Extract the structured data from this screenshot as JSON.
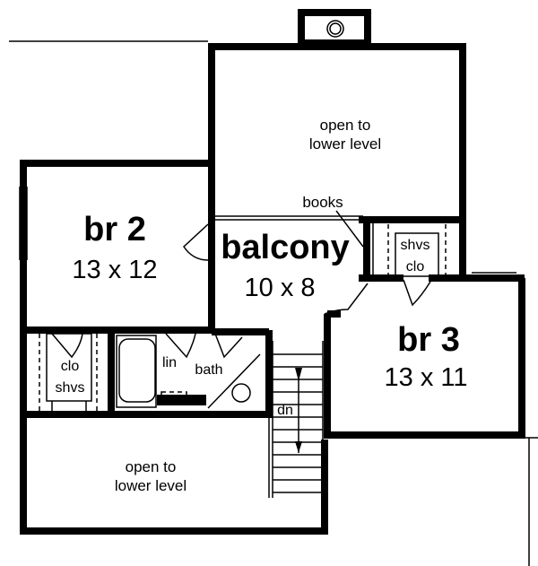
{
  "rooms": {
    "open_upper": {
      "line1": "open to",
      "line2": "lower level"
    },
    "books": "books",
    "br2": {
      "name": "br 2",
      "size": "13 x 12"
    },
    "balcony": {
      "name": "balcony",
      "size": "10 x 8"
    },
    "closet_right": {
      "shelves": "shvs",
      "name": "clo"
    },
    "br3": {
      "name": "br 3",
      "size": "13 x 11"
    },
    "closet_left": {
      "name": "clo",
      "shelves": "shvs"
    },
    "linen": "lin",
    "bath": "bath",
    "stairs": "dn",
    "open_lower": {
      "line1": "open to",
      "line2": "lower level"
    }
  }
}
